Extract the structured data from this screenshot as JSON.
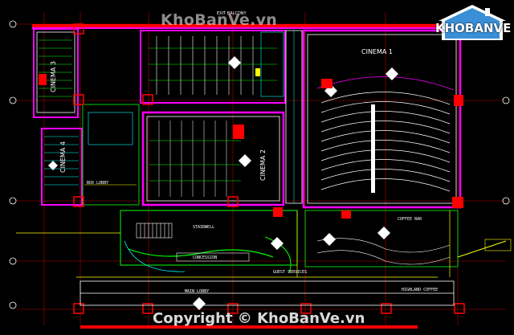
{
  "watermark_top": "KhoBanVe.vn",
  "watermark_bottom": "Copyright © KhoBanVe.vn",
  "logo_text": "KHOBANVE",
  "drawing": {
    "top_label": "EXIT BALCONY",
    "rooms": {
      "cinema1": "CINEMA 1",
      "cinema2": "CINEMA 2",
      "cinema3": "CINEMA 3",
      "cinema4": "CINEMA 4",
      "box_lobby": "BOX LOBBY",
      "stairwell": "STAIRWELL",
      "concession": "CONCESSION",
      "guest_services": "GUEST SERVICES",
      "main_lobby": "MAIN LOBBY",
      "coffee_bar": "COFFEE BAR",
      "highland_coffee": "HIGHLAND COFFEE"
    }
  },
  "colors": {
    "background": "#000000",
    "wall_magenta": "#ff00ff",
    "wall_red": "#ff0000",
    "wall_white": "#ffffff",
    "line_green": "#00ff00",
    "line_cyan": "#00ffff",
    "line_yellow": "#ffff00"
  }
}
